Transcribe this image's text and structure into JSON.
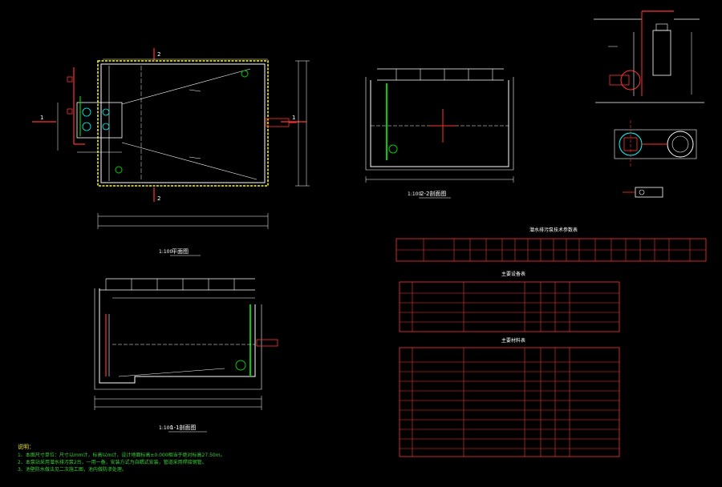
{
  "drawing": {
    "plan_title": "平面图",
    "plan_scale": "1:100",
    "section11_title": "1-1剖面图",
    "section11_scale": "1:100",
    "section22_title": "2-2剖面图",
    "section22_scale": "1:100",
    "section_marks": [
      "1",
      "1",
      "2",
      "2"
    ],
    "table1_title": "潜水排污泵技术参数表",
    "table2_title": "主要设备表",
    "table3_title": "主要材料表",
    "notes_header": "说明：",
    "notes": [
      "1、本图尺寸单位：尺寸以mm计，标高以m计，设计地面标高±0.000相当于绝对标高27.50m。",
      "2、本泵站采用潜水排污泵2台，一用一备，安装方式为自耦式安装，管道采用焊接钢管。",
      "3、池壁防水做法见二次施工图，池内做防渗处理。"
    ]
  },
  "colors": {
    "background": "#000000",
    "outline": "#ffffff",
    "pipe": "#00cc00",
    "accent": "#ff3333",
    "table_border": "#ff3333",
    "dimension": "#ffffff",
    "note_text": "#e8e800",
    "highlight": "#ffff00",
    "cyan": "#00ffff"
  }
}
